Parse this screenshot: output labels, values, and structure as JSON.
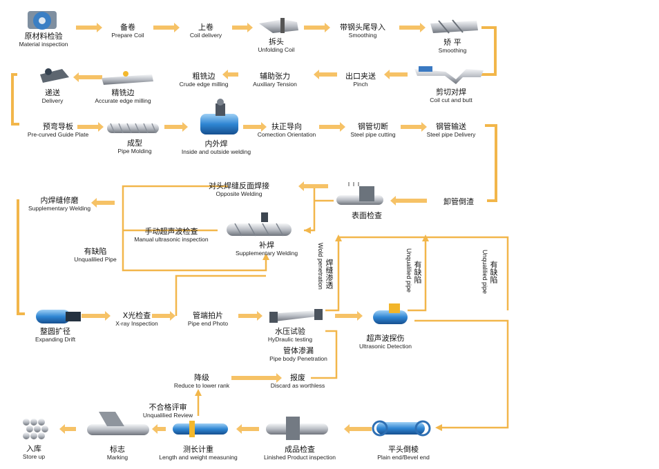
{
  "colors": {
    "arrow_fill": "#f6c266",
    "line": "#f2b64a",
    "icon_blue": "#3a8fd6",
    "icon_gray": "#c9ccd2"
  },
  "steps": {
    "material": {
      "cn": "原材料检验",
      "en": "Material inspection"
    },
    "prepare": {
      "cn": "备卷",
      "en": "Prepare   Coil"
    },
    "coil_delivery": {
      "cn": "上卷",
      "en": "Coil   delivery"
    },
    "unfolding": {
      "cn": "拆头",
      "en": "Unfolding Coil"
    },
    "strip_guide": {
      "cn": "带钢头尾导入",
      "en": "Smoothing"
    },
    "smoothing": {
      "cn": "矫 平",
      "en": "Smoothing"
    },
    "cut_butt": {
      "cn": "剪切对焊",
      "en": "Coil cut and butt"
    },
    "pinch": {
      "cn": "出口夹送",
      "en": "Pinch"
    },
    "aux_tension": {
      "cn": "辅助张力",
      "en": "Auxiliary Tension"
    },
    "crude_milling": {
      "cn": "粗铣边",
      "en": "Crude edge milling"
    },
    "accurate_milling": {
      "cn": "精铣边",
      "en": "Accurate edge milling"
    },
    "delivery": {
      "cn": "递送",
      "en": "Delivery"
    },
    "pre_curved": {
      "cn": "预弯导板",
      "en": "Pre-curved Guide Plate"
    },
    "pipe_molding": {
      "cn": "成型",
      "en": "Pipe Molding"
    },
    "in_out_weld": {
      "cn": "内外焊",
      "en": "Inside and outside welding"
    },
    "correction": {
      "cn": "扶正导向",
      "en": "Comection Orientation"
    },
    "pipe_cutting": {
      "cn": "钢管切断",
      "en": "Steel pipe cutting"
    },
    "pipe_delivery": {
      "cn": "钢管输送",
      "en": "Steel pipe Delivery"
    },
    "unload": {
      "cn": "卸管倒渣",
      "en": ""
    },
    "surface": {
      "cn": "表面检查",
      "en": ""
    },
    "opposite": {
      "cn": "对头焊缝反面焊接",
      "en": "Opposite Welding"
    },
    "inner_repair": {
      "cn": "内焊缝修磨",
      "en": "Supplementary Welding"
    },
    "manual_ut": {
      "cn": "手动超声波检查",
      "en": "Manual ultrasonic inspection"
    },
    "supp_weld": {
      "cn": "补焊",
      "en": "Supplementary Welding"
    },
    "defect_left": {
      "cn": "有缺陷",
      "en": "Unqualilied Pipe"
    },
    "expanding": {
      "cn": "整圆扩径",
      "en": "Expanding Drift"
    },
    "xray": {
      "cn": "X光检查",
      "en": "X-ray Inspection"
    },
    "end_photo": {
      "cn": "管端拍片",
      "en": "Pipe end Photo"
    },
    "hydraulic": {
      "cn": "水压试验",
      "en": "HyDraulic testing"
    },
    "body_pen": {
      "cn": "管体渗漏",
      "en": "Pipe body Penetration"
    },
    "ut_detect": {
      "cn": "超声波探伤",
      "en": "Ultrasonic Detection"
    },
    "downgrade": {
      "cn": "降级",
      "en": "Reduce to lower rank"
    },
    "discard": {
      "cn": "报废",
      "en": "Discard as worthless"
    },
    "unqualified_rev": {
      "cn": "不合格评审",
      "en": "Unqualilied Review"
    },
    "store": {
      "cn": "入库",
      "en": "Store up"
    },
    "marking": {
      "cn": "标志",
      "en": "Marking"
    },
    "length_weight": {
      "cn": "测长计重",
      "en": "Length and weight measuning"
    },
    "finished": {
      "cn": "成品检查",
      "en": "Linished Product inspection"
    },
    "bevel": {
      "cn": "平头倒棱",
      "en": "Plain end/Bevel end"
    }
  },
  "vertical_labels": {
    "weld_pen": {
      "cn": "焊缝渗透",
      "en": "Wold penetration"
    },
    "defect_mid": {
      "cn": "有缺陷",
      "en": "Unqualilied pipe"
    },
    "defect_right": {
      "cn": "有缺陷",
      "en": "Unqualilied pipe"
    }
  }
}
